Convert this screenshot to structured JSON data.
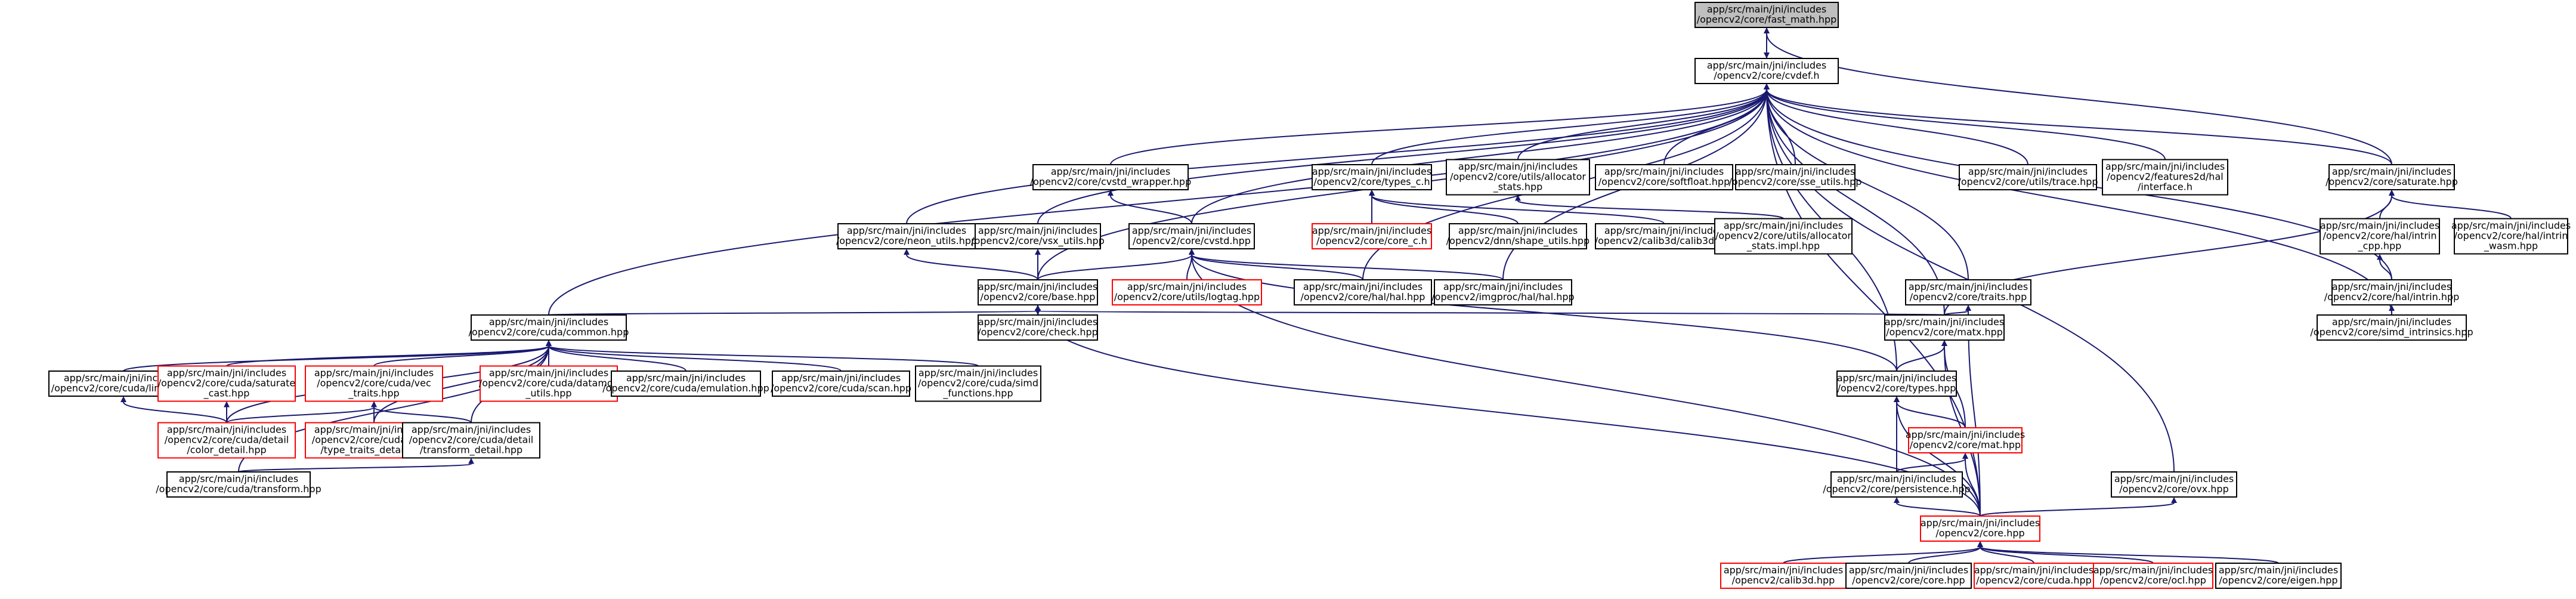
{
  "colors": {
    "edge": "#191970",
    "border_normal": "#000000",
    "border_truncated": "#ff0000",
    "focus_fill": "#bfbfbf",
    "node_fill": "#ffffff"
  },
  "nodes": [
    {
      "id": "fast_math",
      "lines": [
        "app/src/main/jni/includes",
        "/opencv2/core/fast_math.hpp"
      ],
      "style": "focus"
    },
    {
      "id": "cvdef",
      "lines": [
        "app/src/main/jni/includes",
        "/opencv2/core/cvdef.h"
      ],
      "style": "normal"
    },
    {
      "id": "cvstd_wrapper",
      "lines": [
        "app/src/main/jni/includes",
        "/opencv2/core/cvstd_wrapper.hpp"
      ],
      "style": "normal"
    },
    {
      "id": "types_c",
      "lines": [
        "app/src/main/jni/includes",
        "/opencv2/core/types_c.h"
      ],
      "style": "normal"
    },
    {
      "id": "allocator_stats",
      "lines": [
        "app/src/main/jni/includes",
        "/opencv2/core/utils/allocator",
        "_stats.hpp"
      ],
      "style": "normal"
    },
    {
      "id": "softfloat",
      "lines": [
        "app/src/main/jni/includes",
        "/opencv2/core/softfloat.hpp"
      ],
      "style": "normal"
    },
    {
      "id": "sse_utils",
      "lines": [
        "app/src/main/jni/includes",
        "/opencv2/core/sse_utils.hpp"
      ],
      "style": "normal"
    },
    {
      "id": "trace",
      "lines": [
        "app/src/main/jni/includes",
        "/opencv2/core/utils/trace.hpp"
      ],
      "style": "normal"
    },
    {
      "id": "features2d_hal",
      "lines": [
        "app/src/main/jni/includes",
        "/opencv2/features2d/hal",
        "/interface.h"
      ],
      "style": "normal"
    },
    {
      "id": "saturate",
      "lines": [
        "app/src/main/jni/includes",
        "/opencv2/core/saturate.hpp"
      ],
      "style": "normal"
    },
    {
      "id": "neon_utils",
      "lines": [
        "app/src/main/jni/includes",
        "/opencv2/core/neon_utils.hpp"
      ],
      "style": "normal"
    },
    {
      "id": "vsx_utils",
      "lines": [
        "app/src/main/jni/includes",
        "/opencv2/core/vsx_utils.hpp"
      ],
      "style": "normal"
    },
    {
      "id": "cvstd",
      "lines": [
        "app/src/main/jni/includes",
        "/opencv2/core/cvstd.hpp"
      ],
      "style": "normal"
    },
    {
      "id": "core_c",
      "lines": [
        "app/src/main/jni/includes",
        "/opencv2/core/core_c.h"
      ],
      "style": "truncated"
    },
    {
      "id": "shape_utils",
      "lines": [
        "app/src/main/jni/includes",
        "/opencv2/dnn/shape_utils.hpp"
      ],
      "style": "normal"
    },
    {
      "id": "calib3d_c",
      "lines": [
        "app/src/main/jni/includes",
        "/opencv2/calib3d/calib3d_c.h"
      ],
      "style": "normal"
    },
    {
      "id": "allocator_stats_impl",
      "lines": [
        "app/src/main/jni/includes",
        "/opencv2/core/utils/allocator",
        "_stats.impl.hpp"
      ],
      "style": "normal"
    },
    {
      "id": "intrin_cpp",
      "lines": [
        "app/src/main/jni/includes",
        "/opencv2/core/hal/intrin",
        "_cpp.hpp"
      ],
      "style": "normal"
    },
    {
      "id": "intrin_wasm",
      "lines": [
        "app/src/main/jni/includes",
        "/opencv2/core/hal/intrin",
        "_wasm.hpp"
      ],
      "style": "normal"
    },
    {
      "id": "base",
      "lines": [
        "app/src/main/jni/includes",
        "/opencv2/core/base.hpp"
      ],
      "style": "normal"
    },
    {
      "id": "logtag",
      "lines": [
        "app/src/main/jni/includes",
        "/opencv2/core/utils/logtag.hpp"
      ],
      "style": "truncated"
    },
    {
      "id": "core_hal",
      "lines": [
        "app/src/main/jni/includes",
        "/opencv2/core/hal/hal.hpp"
      ],
      "style": "normal"
    },
    {
      "id": "imgproc_hal",
      "lines": [
        "app/src/main/jni/includes",
        "/opencv2/imgproc/hal/hal.hpp"
      ],
      "style": "normal"
    },
    {
      "id": "traits",
      "lines": [
        "app/src/main/jni/includes",
        "/opencv2/core/traits.hpp"
      ],
      "style": "normal"
    },
    {
      "id": "intrin",
      "lines": [
        "app/src/main/jni/includes",
        "/opencv2/core/hal/intrin.hpp"
      ],
      "style": "normal"
    },
    {
      "id": "check",
      "lines": [
        "app/src/main/jni/includes",
        "/opencv2/core/check.hpp"
      ],
      "style": "normal"
    },
    {
      "id": "cuda_common",
      "lines": [
        "app/src/main/jni/includes",
        "/opencv2/core/cuda/common.hpp"
      ],
      "style": "normal"
    },
    {
      "id": "matx",
      "lines": [
        "app/src/main/jni/includes",
        "/opencv2/core/matx.hpp"
      ],
      "style": "normal"
    },
    {
      "id": "simd_intrinsics",
      "lines": [
        "app/src/main/jni/includes",
        "/opencv2/core/simd_intrinsics.hpp"
      ],
      "style": "normal"
    },
    {
      "id": "cuda_limits",
      "lines": [
        "app/src/main/jni/includes",
        "/opencv2/core/cuda/limits.hpp"
      ],
      "style": "normal"
    },
    {
      "id": "saturate_cast",
      "lines": [
        "app/src/main/jni/includes",
        "/opencv2/core/cuda/saturate",
        "_cast.hpp"
      ],
      "style": "truncated"
    },
    {
      "id": "vec_traits",
      "lines": [
        "app/src/main/jni/includes",
        "/opencv2/core/cuda/vec",
        "_traits.hpp"
      ],
      "style": "truncated"
    },
    {
      "id": "datamov_utils",
      "lines": [
        "app/src/main/jni/includes",
        "/opencv2/core/cuda/datamov",
        "_utils.hpp"
      ],
      "style": "truncated"
    },
    {
      "id": "emulation",
      "lines": [
        "app/src/main/jni/includes",
        "/opencv2/core/cuda/emulation.hpp"
      ],
      "style": "normal"
    },
    {
      "id": "scan",
      "lines": [
        "app/src/main/jni/includes",
        "/opencv2/core/cuda/scan.hpp"
      ],
      "style": "normal"
    },
    {
      "id": "simd_functions",
      "lines": [
        "app/src/main/jni/includes",
        "/opencv2/core/cuda/simd",
        "_functions.hpp"
      ],
      "style": "normal"
    },
    {
      "id": "types",
      "lines": [
        "app/src/main/jni/includes",
        "/opencv2/core/types.hpp"
      ],
      "style": "normal"
    },
    {
      "id": "color_detail",
      "lines": [
        "app/src/main/jni/includes",
        "/opencv2/core/cuda/detail",
        "/color_detail.hpp"
      ],
      "style": "truncated"
    },
    {
      "id": "type_traits_detail",
      "lines": [
        "app/src/main/jni/includes",
        "/opencv2/core/cuda/detail",
        "/type_traits_detail.hpp"
      ],
      "style": "truncated"
    },
    {
      "id": "transform_detail",
      "lines": [
        "app/src/main/jni/includes",
        "/opencv2/core/cuda/detail",
        "/transform_detail.hpp"
      ],
      "style": "normal"
    },
    {
      "id": "mat",
      "lines": [
        "app/src/main/jni/includes",
        "/opencv2/core/mat.hpp"
      ],
      "style": "truncated"
    },
    {
      "id": "cuda_transform",
      "lines": [
        "app/src/main/jni/includes",
        "/opencv2/core/cuda/transform.hpp"
      ],
      "style": "normal"
    },
    {
      "id": "persistence",
      "lines": [
        "app/src/main/jni/includes",
        "/opencv2/core/persistence.hpp"
      ],
      "style": "normal"
    },
    {
      "id": "ovx",
      "lines": [
        "app/src/main/jni/includes",
        "/opencv2/core/ovx.hpp"
      ],
      "style": "normal"
    },
    {
      "id": "core",
      "lines": [
        "app/src/main/jni/includes",
        "/opencv2/core.hpp"
      ],
      "style": "truncated"
    },
    {
      "id": "calib3d",
      "lines": [
        "app/src/main/jni/includes",
        "/opencv2/calib3d.hpp"
      ],
      "style": "truncated"
    },
    {
      "id": "core_core",
      "lines": [
        "app/src/main/jni/includes",
        "/opencv2/core/core.hpp"
      ],
      "style": "normal"
    },
    {
      "id": "core_cuda",
      "lines": [
        "app/src/main/jni/includes",
        "/opencv2/core/cuda.hpp"
      ],
      "style": "truncated"
    },
    {
      "id": "core_ocl",
      "lines": [
        "app/src/main/jni/includes",
        "/opencv2/core/ocl.hpp"
      ],
      "style": "truncated"
    },
    {
      "id": "core_eigen",
      "lines": [
        "app/src/main/jni/includes",
        "/opencv2/core/eigen.hpp"
      ],
      "style": "normal"
    }
  ],
  "edges": [
    [
      "fast_math",
      "cvdef"
    ],
    [
      "cvdef",
      "fast_math"
    ],
    [
      "saturate",
      "fast_math"
    ],
    [
      "cvstd_wrapper",
      "cvdef"
    ],
    [
      "types_c",
      "cvdef"
    ],
    [
      "allocator_stats",
      "cvdef"
    ],
    [
      "softfloat",
      "cvdef"
    ],
    [
      "sse_utils",
      "cvdef"
    ],
    [
      "trace",
      "cvdef"
    ],
    [
      "features2d_hal",
      "cvdef"
    ],
    [
      "saturate",
      "cvdef"
    ],
    [
      "neon_utils",
      "cvdef"
    ],
    [
      "vsx_utils",
      "cvdef"
    ],
    [
      "cvstd",
      "cvdef"
    ],
    [
      "base",
      "cvdef"
    ],
    [
      "core_hal",
      "cvdef"
    ],
    [
      "imgproc_hal",
      "cvdef"
    ],
    [
      "traits",
      "cvdef"
    ],
    [
      "intrin",
      "cvdef"
    ],
    [
      "cuda_common",
      "cvdef"
    ],
    [
      "matx",
      "cvdef"
    ],
    [
      "simd_intrinsics",
      "cvdef"
    ],
    [
      "types",
      "cvdef"
    ],
    [
      "ovx",
      "cvdef"
    ],
    [
      "core",
      "cvdef"
    ],
    [
      "cvstd",
      "cvstd_wrapper"
    ],
    [
      "core_c",
      "types_c"
    ],
    [
      "shape_utils",
      "types_c"
    ],
    [
      "calib3d_c",
      "types_c"
    ],
    [
      "allocator_stats_impl",
      "allocator_stats"
    ],
    [
      "intrin_cpp",
      "saturate"
    ],
    [
      "intrin_wasm",
      "saturate"
    ],
    [
      "matx",
      "saturate"
    ],
    [
      "base",
      "neon_utils"
    ],
    [
      "base",
      "vsx_utils"
    ],
    [
      "base",
      "cvstd"
    ],
    [
      "logtag",
      "cvstd"
    ],
    [
      "core_hal",
      "cvstd"
    ],
    [
      "imgproc_hal",
      "cvstd"
    ],
    [
      "types",
      "cvstd"
    ],
    [
      "core",
      "cvstd"
    ],
    [
      "intrin",
      "intrin_cpp"
    ],
    [
      "simd_intrinsics",
      "intrin"
    ],
    [
      "check",
      "base"
    ],
    [
      "base",
      "check"
    ],
    [
      "cuda_common",
      "base"
    ],
    [
      "matx",
      "base"
    ],
    [
      "core",
      "base"
    ],
    [
      "matx",
      "traits"
    ],
    [
      "core",
      "traits"
    ],
    [
      "cuda_limits",
      "cuda_common"
    ],
    [
      "saturate_cast",
      "cuda_common"
    ],
    [
      "vec_traits",
      "cuda_common"
    ],
    [
      "datamov_utils",
      "cuda_common"
    ],
    [
      "emulation",
      "cuda_common"
    ],
    [
      "scan",
      "cuda_common"
    ],
    [
      "simd_functions",
      "cuda_common"
    ],
    [
      "color_detail",
      "cuda_common"
    ],
    [
      "type_traits_detail",
      "cuda_common"
    ],
    [
      "transform_detail",
      "cuda_common"
    ],
    [
      "cuda_transform",
      "cuda_common"
    ],
    [
      "types",
      "matx"
    ],
    [
      "mat",
      "matx"
    ],
    [
      "core",
      "matx"
    ],
    [
      "color_detail",
      "cuda_limits"
    ],
    [
      "color_detail",
      "saturate_cast"
    ],
    [
      "color_detail",
      "vec_traits"
    ],
    [
      "type_traits_detail",
      "vec_traits"
    ],
    [
      "transform_detail",
      "vec_traits"
    ],
    [
      "cuda_transform",
      "transform_detail"
    ],
    [
      "mat",
      "types"
    ],
    [
      "persistence",
      "types"
    ],
    [
      "core",
      "types"
    ],
    [
      "persistence",
      "mat"
    ],
    [
      "core",
      "mat"
    ],
    [
      "core",
      "persistence"
    ],
    [
      "core",
      "ovx"
    ],
    [
      "calib3d",
      "core"
    ],
    [
      "core_core",
      "core"
    ],
    [
      "core_cuda",
      "core"
    ],
    [
      "core_ocl",
      "core"
    ],
    [
      "core_eigen",
      "core"
    ]
  ]
}
